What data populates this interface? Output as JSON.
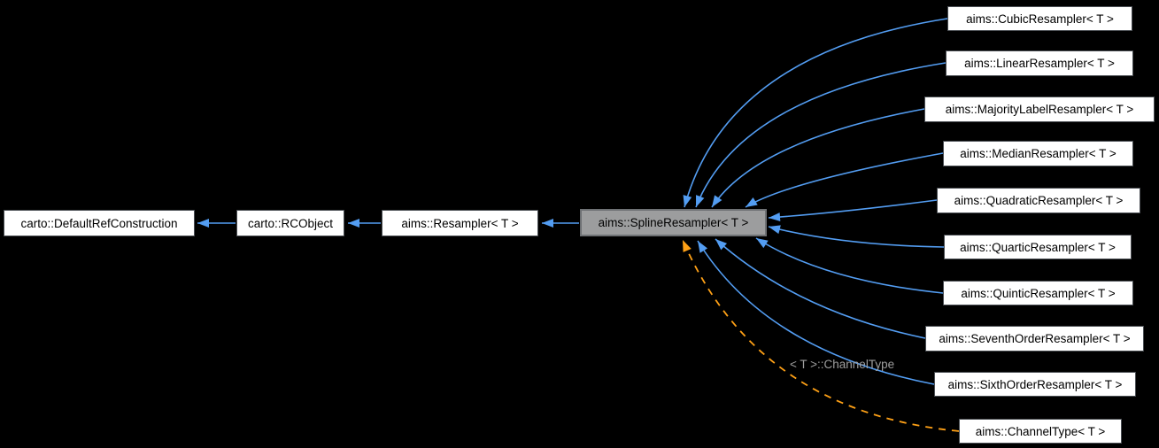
{
  "diagram": {
    "type": "class-inheritance-graph",
    "focus_node": "aims::SplineResampler< T >",
    "colors": {
      "background": "#000000",
      "node_fill": "#ffffff",
      "node_border": "#4b4f54",
      "node_text": "#000000",
      "focus_node_fill": "#9c9d9e",
      "focus_node_border": "#6e7174",
      "inheritance_edge": "#539df2",
      "usage_edge": "#ffa116",
      "edge_label_text": "#9e9e9e"
    },
    "nodes": [
      {
        "label": "carto::DefaultRefConstruction"
      },
      {
        "label": "carto::RCObject"
      },
      {
        "label": "aims::Resampler< T >"
      },
      {
        "label": "aims::SplineResampler< T >"
      },
      {
        "label": "aims::CubicResampler< T >"
      },
      {
        "label": "aims::LinearResampler< T >"
      },
      {
        "label": "aims::MajorityLabelResampler< T >"
      },
      {
        "label": "aims::MedianResampler< T >"
      },
      {
        "label": "aims::QuadraticResampler< T >"
      },
      {
        "label": "aims::QuarticResampler< T >"
      },
      {
        "label": "aims::QuinticResampler< T >"
      },
      {
        "label": "aims::SeventhOrderResampler< T >"
      },
      {
        "label": "aims::SixthOrderResampler< T >"
      },
      {
        "label": "aims::ChannelType< T >"
      }
    ],
    "edges": [
      {
        "from": "carto::RCObject",
        "to": "carto::DefaultRefConstruction",
        "type": "inheritance",
        "style": "solid"
      },
      {
        "from": "aims::Resampler< T >",
        "to": "carto::RCObject",
        "type": "inheritance",
        "style": "solid"
      },
      {
        "from": "aims::SplineResampler< T >",
        "to": "aims::Resampler< T >",
        "type": "inheritance",
        "style": "solid"
      },
      {
        "from": "aims::CubicResampler< T >",
        "to": "aims::SplineResampler< T >",
        "type": "inheritance",
        "style": "solid"
      },
      {
        "from": "aims::LinearResampler< T >",
        "to": "aims::SplineResampler< T >",
        "type": "inheritance",
        "style": "solid"
      },
      {
        "from": "aims::MajorityLabelResampler< T >",
        "to": "aims::SplineResampler< T >",
        "type": "inheritance",
        "style": "solid"
      },
      {
        "from": "aims::MedianResampler< T >",
        "to": "aims::SplineResampler< T >",
        "type": "inheritance",
        "style": "solid"
      },
      {
        "from": "aims::QuadraticResampler< T >",
        "to": "aims::SplineResampler< T >",
        "type": "inheritance",
        "style": "solid"
      },
      {
        "from": "aims::QuarticResampler< T >",
        "to": "aims::SplineResampler< T >",
        "type": "inheritance",
        "style": "solid"
      },
      {
        "from": "aims::QuinticResampler< T >",
        "to": "aims::SplineResampler< T >",
        "type": "inheritance",
        "style": "solid"
      },
      {
        "from": "aims::SeventhOrderResampler< T >",
        "to": "aims::SplineResampler< T >",
        "type": "inheritance",
        "style": "solid"
      },
      {
        "from": "aims::SixthOrderResampler< T >",
        "to": "aims::SplineResampler< T >",
        "type": "inheritance",
        "style": "solid"
      },
      {
        "from": "aims::ChannelType< T >",
        "to": "aims::SplineResampler< T >",
        "type": "template-usage",
        "style": "dashed",
        "label": "< T >::ChannelType"
      }
    ],
    "edge_label": "< T >::ChannelType"
  }
}
